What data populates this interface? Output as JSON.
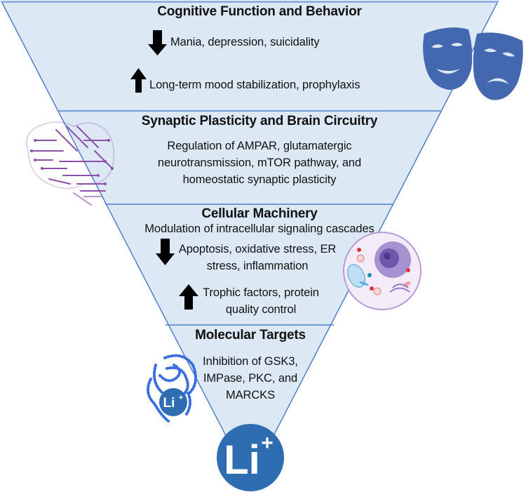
{
  "diagram": {
    "type": "inverted-pyramid",
    "colors": {
      "fill": "#dde8f5",
      "outline": "#4f7fc9",
      "li_circle": "#2f6db3",
      "masks": "#4468b0",
      "brain": "#8a4fa8",
      "strands": "#3b6fe0",
      "arrows": "#000000"
    },
    "levels": [
      {
        "title": "Cognitive Function and Behavior",
        "items": [
          {
            "direction": "down",
            "icon": "down-arrow-icon",
            "text": "Mania, depression, suicidality"
          },
          {
            "direction": "up",
            "icon": "up-arrow-icon",
            "text": "Long-term mood stabilization, prophylaxis"
          }
        ],
        "illustration": "theatre-masks-icon"
      },
      {
        "title": "Synaptic Plasticity and Brain Circuitry",
        "lines": [
          "Regulation of AMPAR, glutamatergic",
          "neurotransmission, mTOR pathway, and",
          "homeostatic synaptic plasticity"
        ],
        "illustration": "circuit-brain-icon"
      },
      {
        "title": "Cellular Machinery",
        "subtitle": "Modulation of intracellular signaling cascades",
        "items": [
          {
            "direction": "down",
            "icon": "down-arrow-icon",
            "lines": [
              "Apoptosis, oxidative stress, ER",
              "stress, inflammation"
            ]
          },
          {
            "direction": "up",
            "icon": "up-arrow-icon",
            "lines": [
              "Trophic factors, protein",
              "quality control"
            ]
          }
        ],
        "illustration": "cell-icon"
      },
      {
        "title": "Molecular Targets",
        "lines": [
          "Inhibition of GSK3,",
          "IMPase, PKC, and",
          "MARCKS"
        ],
        "illustration": "protein-strand-icon"
      }
    ],
    "base_badge": {
      "symbol": "Li",
      "superscript": "+"
    },
    "small_badge": {
      "symbol": "Li",
      "superscript": "+"
    }
  }
}
